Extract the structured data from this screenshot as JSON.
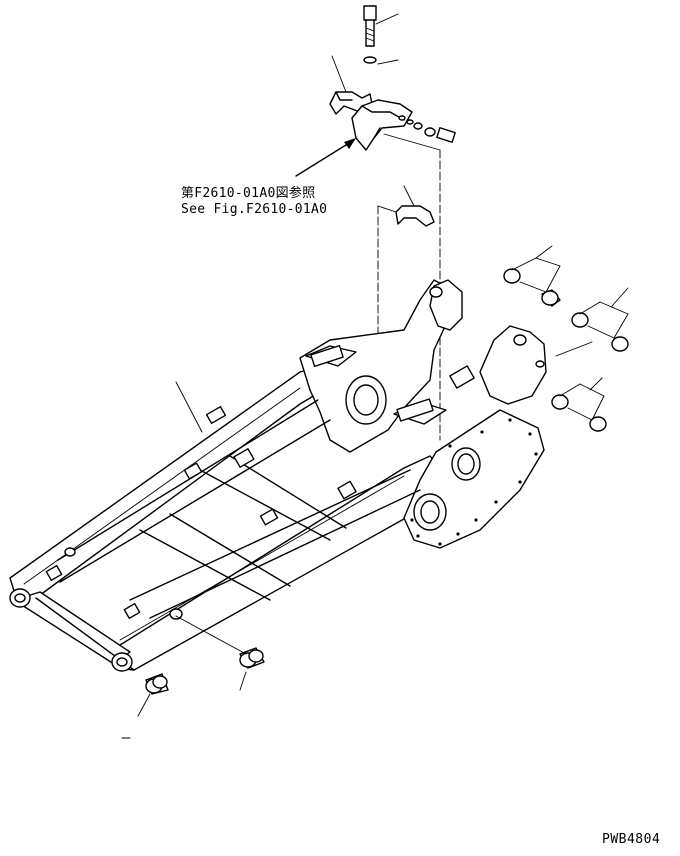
{
  "reference_note": {
    "japanese": "第F2610-01A0図参照",
    "english": "See Fig.F2610-01A0"
  },
  "drawing_code": "PWB4804",
  "icons": {
    "leader_arrow": "arrow-icon"
  },
  "colors": {
    "line": "#000000",
    "background": "#ffffff"
  }
}
